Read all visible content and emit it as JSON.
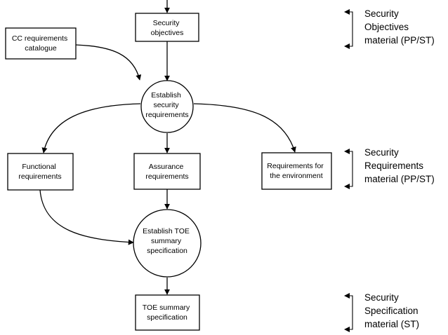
{
  "nodes": {
    "security_objectives": [
      "Security",
      "objectives"
    ],
    "cc_catalogue": [
      "CC requirements",
      "catalogue"
    ],
    "establish_requirements": [
      "Establish",
      "security",
      "requirements"
    ],
    "functional": [
      "Functional",
      "requirements"
    ],
    "assurance": [
      "Assurance",
      "requirements"
    ],
    "environment": [
      "Requirements for",
      "the environment"
    ],
    "establish_toe": [
      "Establish TOE",
      "summary",
      "specification"
    ],
    "toe_summary": [
      "TOE summary",
      "specification"
    ]
  },
  "side_labels": {
    "objectives": [
      "Security",
      "Objectives",
      "material (PP/ST)"
    ],
    "requirements": [
      "Security",
      "Requirements",
      "material (PP/ST)"
    ],
    "specification": [
      "Security",
      "Specification",
      "material (ST)"
    ]
  },
  "colors": {
    "stroke": "#000000",
    "fill": "#ffffff",
    "text": "#000000"
  }
}
